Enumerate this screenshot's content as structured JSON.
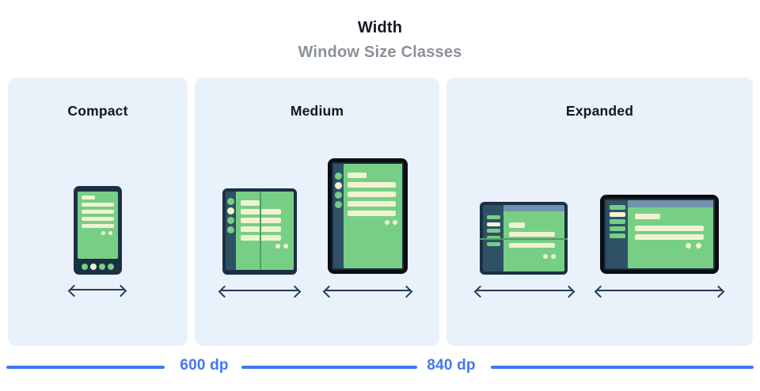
{
  "header": {
    "title": "Width",
    "subtitle": "Window Size Classes"
  },
  "panels": [
    {
      "label": "Compact",
      "devices": [
        "phone"
      ]
    },
    {
      "label": "Medium",
      "devices": [
        "foldable-portrait",
        "tablet-portrait"
      ]
    },
    {
      "label": "Expanded",
      "devices": [
        "foldable-landscape",
        "large-tablet-landscape"
      ]
    }
  ],
  "breakpoints": {
    "labels": [
      "600 dp",
      "840 dp"
    ]
  },
  "icons": [
    "width-arrow-icon"
  ],
  "colors": {
    "panel": "#e9f1fa",
    "green": "#77cf85",
    "cream": "#f1f3d0",
    "frame": "#1b3044",
    "rail": "#2f5166",
    "black": "#0c0d0f",
    "strip": "#7093ab",
    "fold": "#4f9e63",
    "arrow": "#233c54",
    "blue": "#4377f2",
    "gray": "#8a9199",
    "ink": "#131722"
  }
}
